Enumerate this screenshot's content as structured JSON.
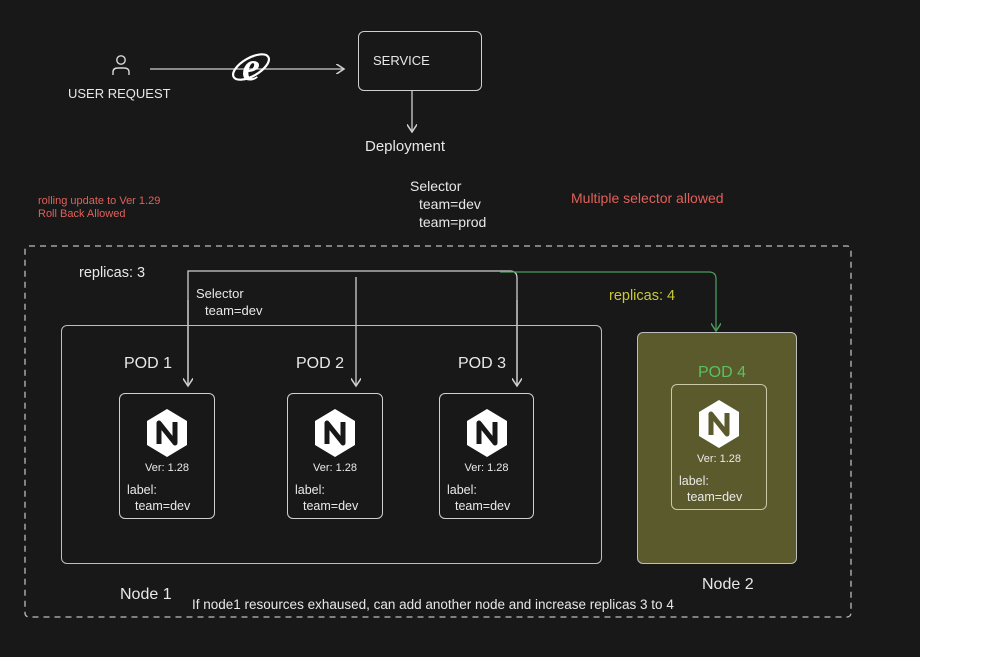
{
  "diagram": {
    "user": {
      "icon": "user-icon",
      "label": "USER REQUEST"
    },
    "browser_icon": "internet-explorer-icon",
    "service": {
      "label": "SERVICE"
    },
    "deployment": {
      "label": "Deployment"
    },
    "deployment_selector": {
      "title": "Selector",
      "lines": [
        "team=dev",
        "team=prod"
      ]
    },
    "notes": {
      "rolling_update": "rolling update to Ver 1.29",
      "rollback": "Roll Back Allowed",
      "multiple_selector": "Multiple selector allowed",
      "scale_note": "If node1 resources exhaused, can add another node and increase replicas 3 to 4"
    },
    "replicaset": {
      "replicas_label": "replicas: 3",
      "selector_title": "Selector",
      "selector_line": "team=dev",
      "scaled_replicas_label": "replicas: 4"
    },
    "nodes": [
      {
        "name": "Node 1"
      },
      {
        "name": "Node 2"
      }
    ],
    "pods": [
      {
        "name": "POD 1",
        "icon": "nginx-icon",
        "version": "Ver: 1.28",
        "label_title": "label:",
        "label_value": "team=dev",
        "node": "Node 1"
      },
      {
        "name": "POD 2",
        "icon": "nginx-icon",
        "version": "Ver: 1.28",
        "label_title": "label:",
        "label_value": "team=dev",
        "node": "Node 1"
      },
      {
        "name": "POD 3",
        "icon": "nginx-icon",
        "version": "Ver: 1.28",
        "label_title": "label:",
        "label_value": "team=dev",
        "node": "Node 1"
      },
      {
        "name": "POD 4",
        "icon": "nginx-icon",
        "version": "Ver: 1.28",
        "label_title": "label:",
        "label_value": "team=dev",
        "node": "Node 2"
      }
    ],
    "colors": {
      "background": "#181818",
      "text": "#e8e8e8",
      "note_red": "#e0605a",
      "replicas_yellow": "#c8c83c",
      "pod4_green": "#5cc060",
      "node2_fill": "#5a5a2c",
      "link_green": "#4a9a5a"
    }
  }
}
